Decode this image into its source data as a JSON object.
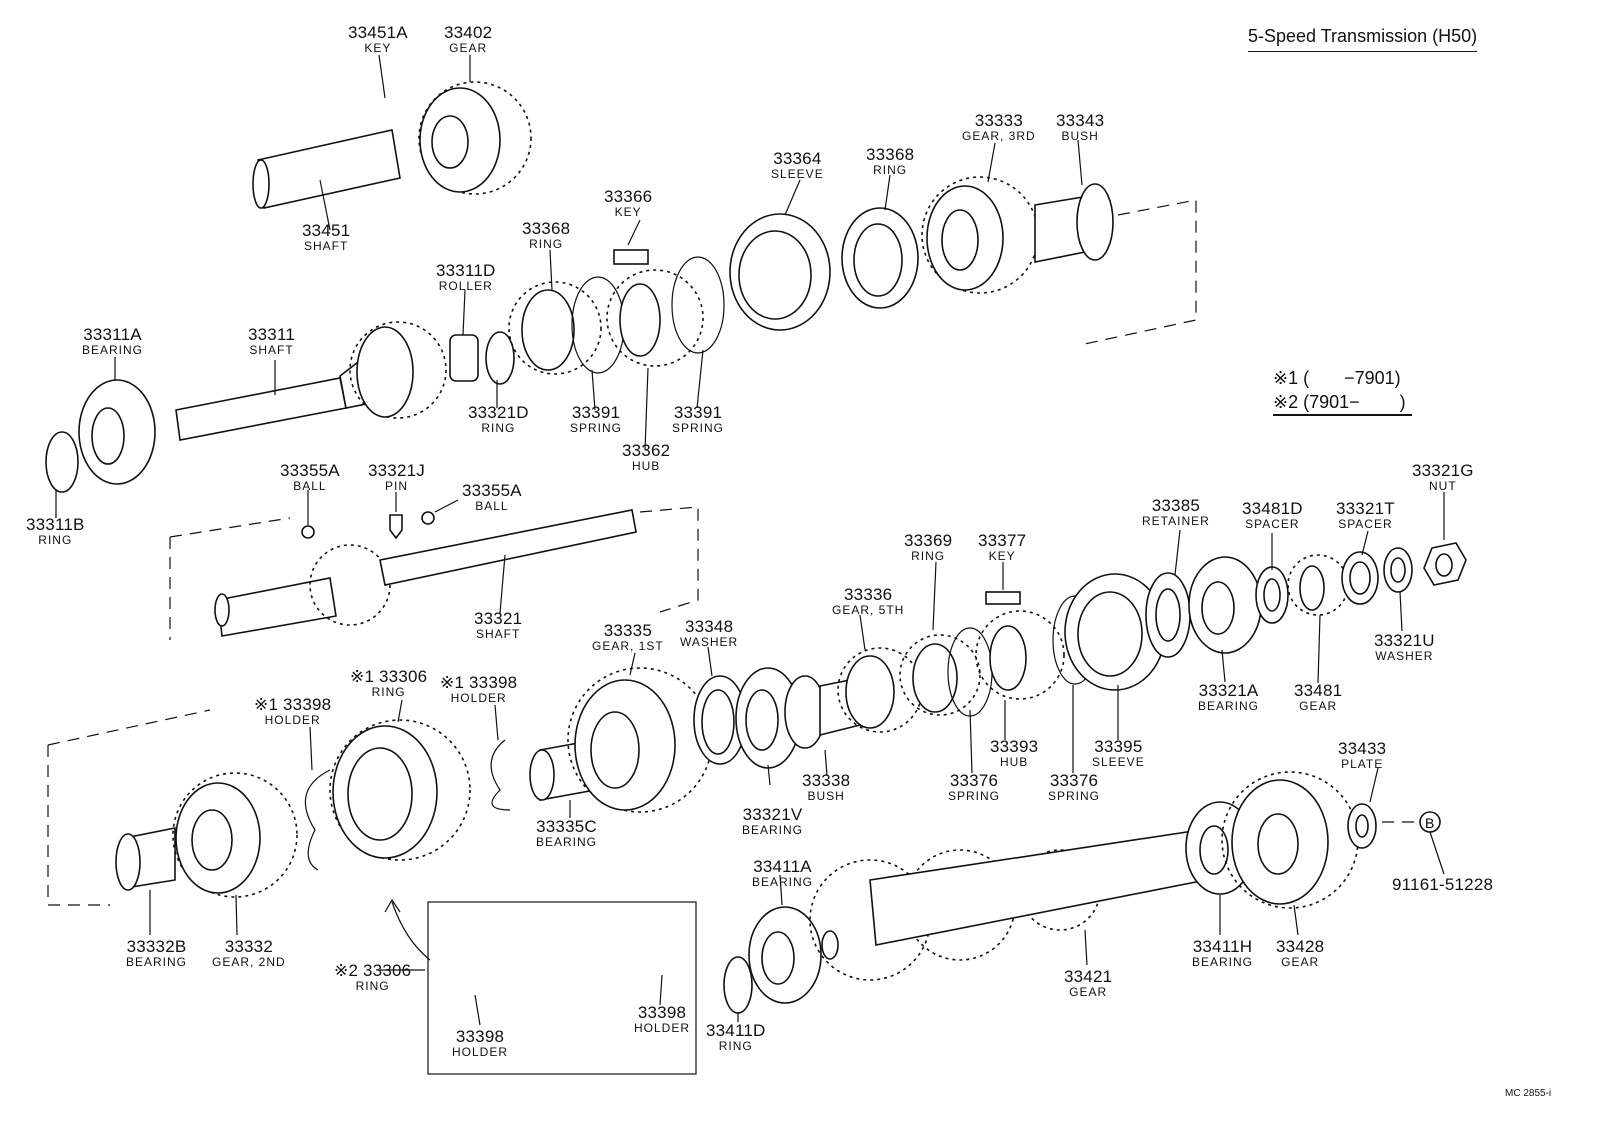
{
  "title": "5-Speed Transmission (H50)",
  "notes": [
    "※1 (       −7901)",
    "※2 (7901−        )"
  ],
  "figure_code": "MC 2855-i",
  "parts": [
    {
      "pn": "33451A",
      "name": "KEY"
    },
    {
      "pn": "33402",
      "name": "GEAR"
    },
    {
      "pn": "33451",
      "name": "SHAFT"
    },
    {
      "pn": "33366",
      "name": "KEY"
    },
    {
      "pn": "33368",
      "name": "RING"
    },
    {
      "pn": "33364",
      "name": "SLEEVE"
    },
    {
      "pn": "33368",
      "name": "RING"
    },
    {
      "pn": "33333",
      "name": "GEAR, 3RD"
    },
    {
      "pn": "33343",
      "name": "BUSH"
    },
    {
      "pn": "33311D",
      "name": "ROLLER"
    },
    {
      "pn": "33311A",
      "name": "BEARING"
    },
    {
      "pn": "33311",
      "name": "SHAFT"
    },
    {
      "pn": "33321D",
      "name": "RING"
    },
    {
      "pn": "33391",
      "name": "SPRING"
    },
    {
      "pn": "33391",
      "name": "SPRING"
    },
    {
      "pn": "33362",
      "name": "HUB"
    },
    {
      "pn": "33311B",
      "name": "RING"
    },
    {
      "pn": "33355A",
      "name": "BALL"
    },
    {
      "pn": "33321J",
      "name": "PIN"
    },
    {
      "pn": "33355A",
      "name": "BALL"
    },
    {
      "pn": "33321",
      "name": "SHAFT"
    },
    {
      "pn": "33321G",
      "name": "NUT"
    },
    {
      "pn": "33385",
      "name": "RETAINER"
    },
    {
      "pn": "33481D",
      "name": "SPACER"
    },
    {
      "pn": "33321T",
      "name": "SPACER"
    },
    {
      "pn": "33369",
      "name": "RING"
    },
    {
      "pn": "33377",
      "name": "KEY"
    },
    {
      "pn": "33336",
      "name": "GEAR, 5TH"
    },
    {
      "pn": "33335",
      "name": "GEAR, 1ST"
    },
    {
      "pn": "33348",
      "name": "WASHER"
    },
    {
      "pn": "※1 33306",
      "name": "RING"
    },
    {
      "pn": "※1 33398",
      "name": "HOLDER"
    },
    {
      "pn": "※1 33398",
      "name": "HOLDER"
    },
    {
      "pn": "33321U",
      "name": "WASHER"
    },
    {
      "pn": "33321A",
      "name": "BEARING"
    },
    {
      "pn": "33481",
      "name": "GEAR"
    },
    {
      "pn": "33393",
      "name": "HUB"
    },
    {
      "pn": "33395",
      "name": "SLEEVE"
    },
    {
      "pn": "33433",
      "name": "PLATE"
    },
    {
      "pn": "33338",
      "name": "BUSH"
    },
    {
      "pn": "33376",
      "name": "SPRING"
    },
    {
      "pn": "33376",
      "name": "SPRING"
    },
    {
      "pn": "33321V",
      "name": "BEARING"
    },
    {
      "pn": "33335C",
      "name": "BEARING"
    },
    {
      "pn": "33411A",
      "name": "BEARING"
    },
    {
      "pn": "91161-51228",
      "name": ""
    },
    {
      "pn": "33332B",
      "name": "BEARING"
    },
    {
      "pn": "33332",
      "name": "GEAR, 2ND"
    },
    {
      "pn": "※2 33306",
      "name": "RING"
    },
    {
      "pn": "33421",
      "name": "GEAR"
    },
    {
      "pn": "33411H",
      "name": "BEARING"
    },
    {
      "pn": "33428",
      "name": "GEAR"
    },
    {
      "pn": "33398",
      "name": "HOLDER"
    },
    {
      "pn": "33398",
      "name": "HOLDER"
    },
    {
      "pn": "33411D",
      "name": "RING"
    }
  ],
  "callout_b": "B"
}
